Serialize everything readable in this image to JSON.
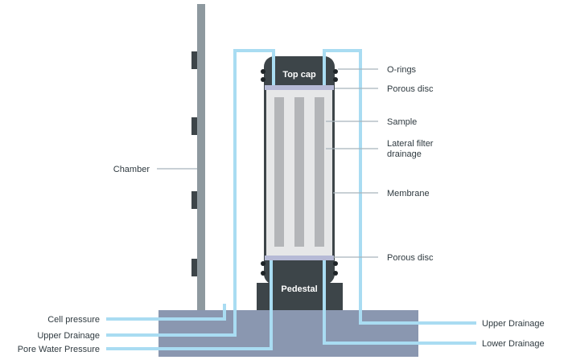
{
  "labels": {
    "o_rings": "O-rings",
    "porous_disc_top": "Porous disc",
    "sample": "Sample",
    "lateral_filter_line1": "Lateral filter",
    "lateral_filter_line2": "drainage",
    "membrane": "Membrane",
    "porous_disc_bottom": "Porous disc",
    "chamber": "Chamber",
    "cell_pressure": "Cell pressure",
    "upper_drainage_left": "Upper Drainage",
    "pore_water_pressure": "Pore Water Pressure",
    "upper_drainage_right": "Upper Drainage",
    "lower_drainage": "Lower Drainage",
    "top_cap": "Top cap",
    "pedestal": "Pedestal"
  },
  "colors": {
    "base": "#8a97b0",
    "chamber_wall": "#8e999f",
    "dark_body": "#3d4549",
    "sample_fill": "#e6e7e8",
    "sample_strip": "#b3b5b8",
    "pipe": "#a9dcf2",
    "porous_disc": "#b6bad6",
    "leader": "#a8b4bc"
  }
}
